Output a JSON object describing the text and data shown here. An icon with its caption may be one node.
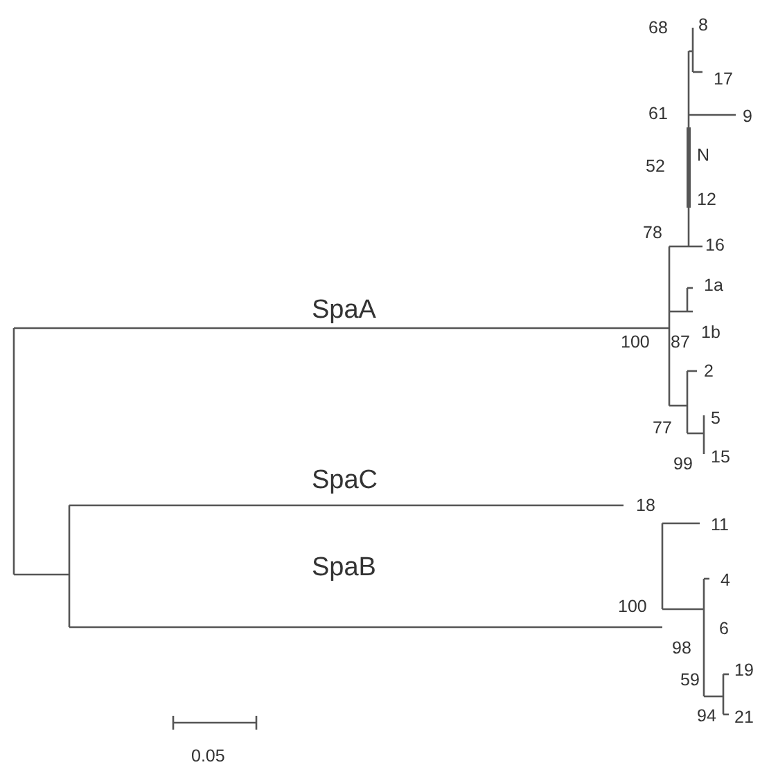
{
  "diagram": {
    "labels": [
      "68",
      "8",
      "17",
      "61",
      "9",
      "N",
      "52",
      "12",
      "78",
      "16",
      "1a",
      "SpaA",
      "100",
      "87",
      "1b",
      "2",
      "77",
      "5",
      "99",
      "15",
      "SpaC",
      "18",
      "11",
      "SpaB",
      "100",
      "4",
      "6",
      "98",
      "59",
      "19",
      "94",
      "21",
      "0.05"
    ]
  }
}
